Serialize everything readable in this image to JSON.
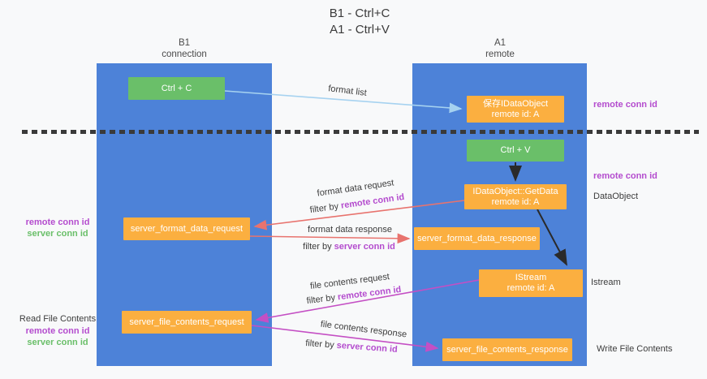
{
  "title": {
    "line1": "B1 - Ctrl+C",
    "line2": "A1 - Ctrl+V"
  },
  "lanes": {
    "left": {
      "name_line": "B1",
      "role_line": "connection"
    },
    "right": {
      "name_line": "A1",
      "role_line": "remote"
    }
  },
  "nodes": {
    "ctrl_c": {
      "label": "Ctrl + C"
    },
    "ctrl_v": {
      "label": "Ctrl + V"
    },
    "save_dataobject": {
      "line1": "保存IDataObject",
      "line2": "remote id: A"
    },
    "getdata": {
      "line1": "IDataObject::GetData",
      "line2": "remote id: A"
    },
    "istream": {
      "line1": "IStream",
      "line2": "remote id: A"
    },
    "format_request": {
      "label": "server_format_data_request"
    },
    "format_response": {
      "label": "server_format_data_response"
    },
    "file_request": {
      "label": "server_file_contents_request"
    },
    "file_response": {
      "label": "server_file_contents_response"
    }
  },
  "flow_labels": {
    "format_list": {
      "text": "format list"
    },
    "format_request": {
      "text": "format data request"
    },
    "format_req_filter": {
      "prefix": "filter by ",
      "value": "remote conn id"
    },
    "format_response": {
      "text": "format data response"
    },
    "format_res_filter": {
      "prefix": "filter by ",
      "value": "server conn id"
    },
    "file_request": {
      "text": "file contents request"
    },
    "file_req_filter": {
      "prefix": "filter by ",
      "value": "remote conn id"
    },
    "file_response": {
      "text": "file contents response"
    },
    "file_res_filter": {
      "prefix": "filter by ",
      "value": "server conn id"
    }
  },
  "side_labels": {
    "right_top_remote_conn": "remote conn id",
    "right_mid_remote_conn": "remote conn id",
    "right_dataobject": "DataObject",
    "right_istream": "Istream",
    "right_write_file": "Write File Contents",
    "left_remote_conn_1": "remote conn id",
    "left_server_conn_1": "server conn id",
    "left_read_file": "Read File Contents",
    "left_remote_conn_2": "remote conn id",
    "left_server_conn_2": "server conn id"
  },
  "colors": {
    "lane_blue": "#4d82d8",
    "node_green": "#6abf69",
    "node_orange": "#fbaf40",
    "accent_purple": "#b44cce",
    "accent_green": "#6abf69",
    "arrow_light_blue": "#a6d2f0",
    "arrow_salmon": "#e8736e",
    "arrow_magenta": "#c44fc4",
    "arrow_black": "#2a2a2a",
    "background": "#f8f9fa"
  }
}
